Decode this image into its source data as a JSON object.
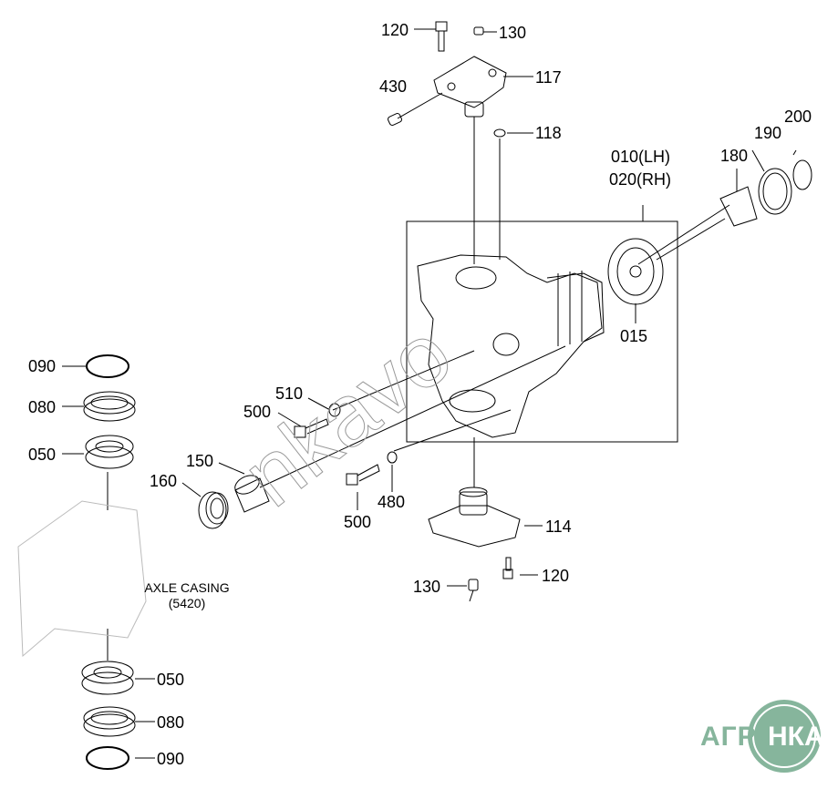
{
  "diagram": {
    "callouts": {
      "p120_top": "120",
      "p130_top": "130",
      "p117": "117",
      "p430": "430",
      "p118": "118",
      "p010": "010(LH)",
      "p020": "020(RH)",
      "p180": "180",
      "p190": "190",
      "p200": "200",
      "p015": "015",
      "p090_top": "090",
      "p080_top": "080",
      "p050_top": "050",
      "p510": "510",
      "p500_a": "500",
      "p150": "150",
      "p160": "160",
      "p500_b": "500",
      "p480": "480",
      "p114": "114",
      "p120_bot": "120",
      "p130_bot": "130",
      "p050_bot": "050",
      "p080_bot": "080",
      "p090_bot": "090"
    },
    "axle_casing": {
      "name": "AXLE CASING",
      "code": "(5420)"
    },
    "watermark": "nkavo",
    "logo": {
      "left": "АГРО",
      "right": "НКА",
      "color": "#86b59c"
    }
  }
}
